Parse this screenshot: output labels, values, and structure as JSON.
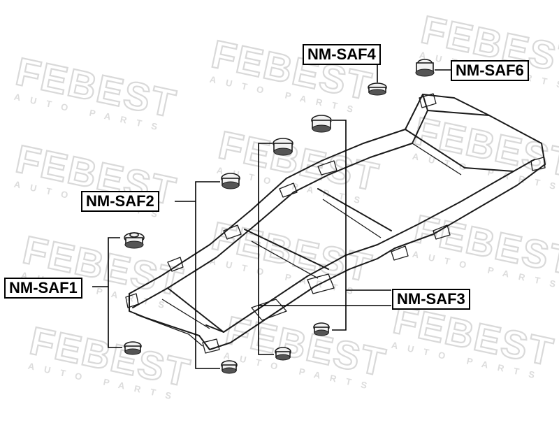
{
  "watermark": {
    "brand": "FEBEST",
    "tagline": "AUTO PARTS"
  },
  "labels": {
    "saf1": "NM-SAF1",
    "saf2": "NM-SAF2",
    "saf3": "NM-SAF3",
    "saf4": "NM-SAF4",
    "saf6": "NM-SAF6"
  }
}
